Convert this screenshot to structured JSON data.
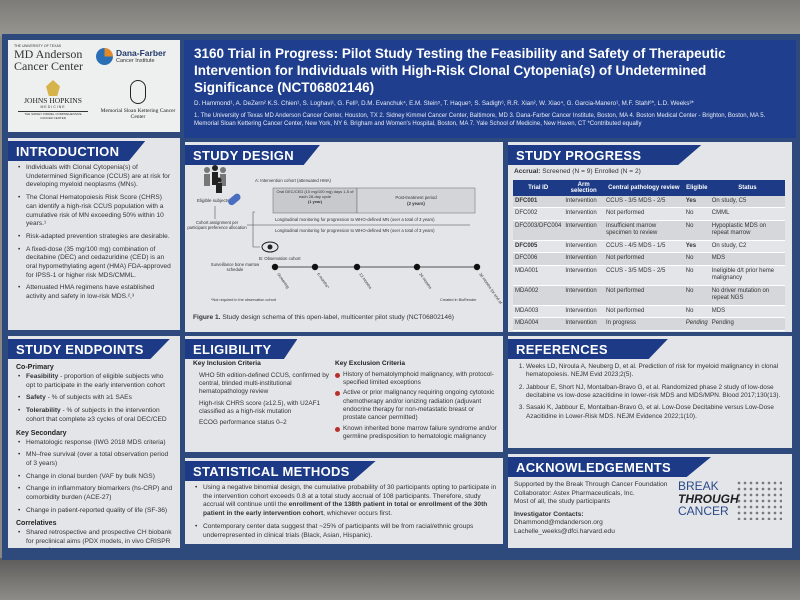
{
  "logos": {
    "mdanderson": {
      "top": "THE UNIVERSITY OF TEXAS",
      "name1": "MD Anderson",
      "name2": "Cancer Center"
    },
    "danafarber": {
      "name": "Dana-Farber",
      "sub": "Cancer Institute"
    },
    "hopkins": {
      "name": "JOHNS HOPKINS",
      "sub": "MEDICINE",
      "center": "THE SIDNEY KIMMEL COMPREHENSIVE CANCER CENTER"
    },
    "mskcc": {
      "name": "Memorial Sloan Kettering Cancer Center"
    }
  },
  "header": {
    "title": "3160 Trial in Progress: Pilot Study Testing the Feasibility and Safety of Therapeutic Intervention for Individuals with High-Risk Clonal Cytopenia(s) of Undetermined Significance (NCT06802146)",
    "authors": "D. Hammond¹, A. DeZern² K.S. Chien¹, S. Loghavi¹, G. Fell³, D.M. Evanchuk⁴, E.M. Stein⁵, T. Haque⁵, S. Sadigh⁶, R.R. Xian², W. Xiao⁴, G. Garcia-Manero¹, M.F. Stahl⁶*, L.D. Weeks³*",
    "affiliations": "1. The University of Texas MD Anderson Cancer Center, Houston, TX  2. Sidney Kimmel Cancer Center, Baltimore, MD 3. Dana-Farber Cancer Institute, Boston, MA 4. Boston Medical Center - Brighton, Boston, MA 5. Memorial Sloan Kettering Cancer Center, New York, NY 6. Brigham and Women's Hospital, Boston, MA 7. Yale School of Medicine, New Haven, CT *Contributed equally"
  },
  "introduction": {
    "title": "INTRODUCTION",
    "items": [
      "Individuals with Clonal Cytopenia(s) of Undetermined Significance (CCUS) are at risk for developing myeloid neoplasms (MNs).",
      "The Clonal Hematopoiesis Risk Score (CHRS) can identify a high-risk CCUS population with a cumulative risk of MN exceeding 50% within 10 years.¹",
      "Risk-adapted prevention strategies are desirable.",
      "A fixed-dose (35 mg/100 mg) combination of decitabine (DEC) and cedazuridine (CED) is an oral hypomethylating agent (HMA) FDA-approved for IPSS-1 or higher risk MDS/CMML.",
      "Attenuated HMA regimens have established activity and safety in low-risk MDS.²,³"
    ]
  },
  "endpoints": {
    "title": "STUDY ENDPOINTS",
    "coprimary_title": "Co-Primary",
    "coprimary": [
      {
        "term": "Feasibility",
        "text": " - proportion of eligible subjects who opt to participate in the early intervention cohort"
      },
      {
        "term": "Safety",
        "text": " - % of subjects with ≥1 SAEs"
      },
      {
        "term": "Tolerability",
        "text": " - % of subjects in the intervention cohort that complete ≥3 cycles of oral DEC/CED"
      }
    ],
    "secondary_title": "Key Secondary",
    "secondary": [
      "Hematologic response (IWG 2018 MDS criteria)",
      "MN–free survival (over a total observation period of 3 years)",
      "Change in clonal burden (VAF by bulk NGS)",
      "Change in inflammatory biomarkers (hs-CRP) and comorbidity burden (ACE-27)",
      "Change in patient-reported quality of life (SF-36)"
    ],
    "correlatives_title": "Correlatives",
    "correlatives": [
      "Shared retrospective and prospective CH biobank for preclinical aims (PDX models, in vivo CRISPR screens)"
    ]
  },
  "design": {
    "title": "STUDY DESIGN",
    "eligible": "Eligible subjects",
    "assignment": "Cohort assignment per participant preference allocation",
    "cohort_a": "A: Intervention cohort (attenuated HMA)",
    "treatment": "Oral DEC/CED (10 mg/100 mg) days 1-5 of each 28-day cycle",
    "treatment_dur": "(1 year)",
    "post": "Post-treatment period",
    "post_dur": "(2 years)",
    "monitoring": "Longitudinal monitoring for progression to WHO-defined MN (over a total of 3 years)",
    "cohort_b": "B: Observation cohort",
    "surveillance": "Surveillance bone marrow schedule",
    "timepoints": [
      "Screening",
      "6 months*",
      "12 months",
      "24 months",
      "36 months (or end of study)"
    ],
    "footnote": "*Not required in the observation cohort",
    "credit": "Created in BioRender",
    "caption_label": "Figure 1.",
    "caption": " Study design schema of this open-label, multicenter pilot study (NCT06802146)"
  },
  "eligibility": {
    "title": "ELIGIBILITY",
    "inclusion_title": "Key Inclusion Criteria",
    "inclusion": [
      "WHO 5th edition-defined CCUS, confirmed by central, blinded multi-institutional hematopathology review",
      "High-risk CHRS score (≥12.5), with U2AF1 classified as a high-risk mutation",
      "ECOG performance status 0–2"
    ],
    "exclusion_title": "Key Exclusion Criteria",
    "exclusion": [
      "History of hematolymphoid malignancy, with protocol-specified limited exceptions",
      "Active or prior malignancy requiring ongoing cytotoxic chemotherapy and/or ionizing radiation (adjuvant endocrine therapy for non-metastatic breast or prostate cancer permitted)",
      "Known inherited bone marrow failure syndrome and/or germline predisposition to hematologic malignancy"
    ],
    "bullet_color": "#b8302a"
  },
  "stats": {
    "title": "STATISTICAL METHODS",
    "p1a": "Using a negative binomial design, the cumulative probability of 30 participants opting to participate in the intervention cohort exceeds 0.8 at a total study accrual of 108 participants. Therefore, study accrual will continue until the ",
    "p1b": "enrollment of the 138th patient in total or enrollment of the 30th patient in the early intervention cohort",
    "p1c": ", whichever occurs first.",
    "p2": "Contemporary center data suggest that ~25% of participants will be from racial/ethnic groups underrepresented in clinical trials (Black, Asian, Hispanic)."
  },
  "progress": {
    "title": "STUDY PROGRESS",
    "accrual_label": "Accrual:",
    "accrual": " Screened (N = 9)  Enrolled (N = 2)",
    "columns": [
      "Trial ID",
      "Arm selection",
      "Central pathology review",
      "Eligible",
      "Status"
    ],
    "rows": [
      [
        "DFC001",
        "Intervention",
        "CCUS - 3/5 MDS - 2/5",
        "Yes",
        "On study, C5"
      ],
      [
        "DFC002",
        "Intervention",
        "Not performed",
        "No",
        "CMML"
      ],
      [
        "DFC003/DFC004",
        "Intervention",
        "Insufficient marrow specimen to review",
        "No",
        "Hypoplastic MDS on repeat marrow"
      ],
      [
        "DFC005",
        "Intervention",
        "CCUS - 4/5 MDS - 1/5",
        "Yes",
        "On study, C2"
      ],
      [
        "DFC006",
        "Intervention",
        "Not performed",
        "No",
        "MDS"
      ],
      [
        "MDA001",
        "Intervention",
        "CCUS - 3/5 MDS - 2/5",
        "No",
        "Ineligible d/t prior heme malignancy"
      ],
      [
        "MDA002",
        "Intervention",
        "Not performed",
        "No",
        "No driver mutation on repeat NGS"
      ],
      [
        "MDA003",
        "Intervention",
        "Not performed",
        "No",
        "MDS"
      ],
      [
        "MDA004",
        "Intervention",
        "In progress",
        "Pending",
        "Pending"
      ]
    ]
  },
  "references": {
    "title": "REFERENCES",
    "items": [
      "Weeks LD, Niroula A, Neuberg D, et al. Prediction of risk for myeloid malignancy in clonal hematopoiesis. NEJM Evid 2023;2(5).",
      "Jabbour E, Short NJ, Montalban-Bravo G, et al. Randomized phase 2 study of low-dose decitabine vs low-dose azacitidine in lower-risk MDS and MDS/MPN. Blood 2017;130(13).",
      "Sasaki K, Jabbour E, Montalban-Bravo G, et al. Low-Dose Decitabine versus Low-Dose Azacitidine in Lower-Risk MDS. NEJM Evidence 2022;1(10)."
    ]
  },
  "acknowledgements": {
    "title": "ACKNOWLEDGEMENTS",
    "lines": [
      "Supported by the Break Through Cancer Foundation",
      "Collaborator: Astex Pharmaceuticals, Inc.",
      "Most of all, the study participants"
    ],
    "contacts_title": "Investigator Contacts:",
    "contacts": [
      "Dhammond@mdanderson.org",
      "Lachelle_weeks@dfci.harvard.edu"
    ],
    "logo": [
      "BREAK",
      "THROUGH",
      "CANCER"
    ]
  },
  "colors": {
    "poster_bg": "#2e4a7c",
    "header_blue": "#1c3a86",
    "panel": "#e4e5e8"
  }
}
